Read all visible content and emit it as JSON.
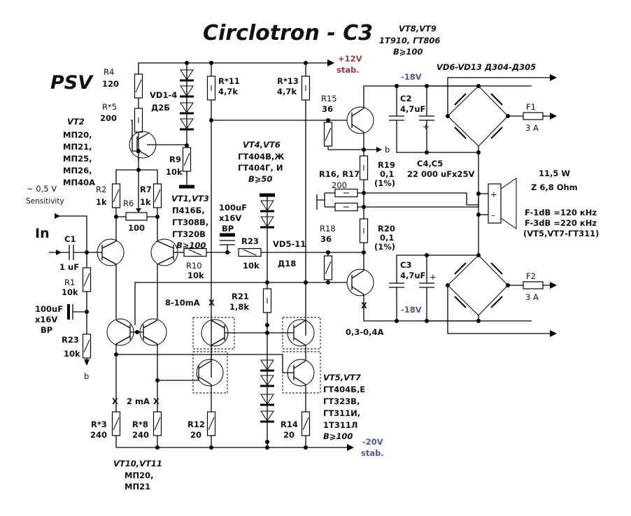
{
  "title": "Circlotron - C3",
  "author_tag": "PSV",
  "rails": {
    "pos12": {
      "label": "+12V",
      "sub": "stab.",
      "color": "#a33a3a"
    },
    "neg20": {
      "label": "-20V",
      "sub": "stab.",
      "color": "#4a5a9e"
    },
    "neg18_top": {
      "label": "-18V",
      "color": "#4a5a9e"
    },
    "neg18_bot": {
      "label": "-18V",
      "color": "#4a5a9e"
    }
  },
  "input": {
    "label": "In",
    "sensitivity_value": "~ 0,5 V",
    "sensitivity_label": "Sensitivity",
    "net_b": "b"
  },
  "components": {
    "R4": {
      "ref": "R4",
      "value": "120"
    },
    "R5": {
      "ref": "R*5",
      "value": "200"
    },
    "VT2": {
      "ref": "VT2",
      "types": [
        "МП20,",
        "МП21,",
        "МП25,",
        "МП26,",
        "МП40А"
      ]
    },
    "VD1_4": {
      "ref": "VD1-4",
      "type": "Д2Б"
    },
    "R9": {
      "ref": "R9",
      "value": "10k"
    },
    "R11": {
      "ref": "R*11",
      "value": "4,7k"
    },
    "R13": {
      "ref": "R*13",
      "value": "4,7k"
    },
    "R2": {
      "ref": "R2",
      "value": "1k"
    },
    "R7": {
      "ref": "R7",
      "value": "1k"
    },
    "R6": {
      "ref": "R6",
      "value": "100"
    },
    "VT1_VT3": {
      "ref": "VT1,VT3",
      "types": [
        "П416Б,",
        "ГТ308В,",
        "ГТ320В"
      ],
      "beta": "B⩾100"
    },
    "C1": {
      "ref": "C1",
      "value": "1 uF"
    },
    "R1": {
      "ref": "R1",
      "value": "10k"
    },
    "C_in": {
      "value": "100uF",
      "voltage": "x16V",
      "type": "BP"
    },
    "R23_in": {
      "ref": "R23",
      "value": "10k"
    },
    "C_mid": {
      "value": "100uF",
      "voltage": "x16V",
      "type": "BP"
    },
    "R10": {
      "ref": "R10",
      "value": "10k"
    },
    "R23_mid": {
      "ref": "R23",
      "value": "10k"
    },
    "VT4_VT6": {
      "ref": "VT4,VT6",
      "types": [
        "ГТ404В,Ж",
        "ГТ404Г, И"
      ],
      "beta": "B⩾50"
    },
    "VD5_11": {
      "ref": "VD5-11",
      "type": "Д18"
    },
    "R21": {
      "ref": "R21",
      "value": "1,8k"
    },
    "R15": {
      "ref": "R15",
      "value": "36"
    },
    "R18": {
      "ref": "R18",
      "value": "36"
    },
    "R16_R17": {
      "ref": "R16, R17",
      "value": "200"
    },
    "R19": {
      "ref": "R19",
      "value": "0,1",
      "tol": "(1%)"
    },
    "R20": {
      "ref": "R20",
      "value": "0,1",
      "tol": "(1%)"
    },
    "VT8_VT9": {
      "ref": "VT8,VT9",
      "types": [
        "1Т910, ГТ806"
      ],
      "beta": "B⩾100"
    },
    "C2": {
      "ref": "C2",
      "value": "4,7uF"
    },
    "C3": {
      "ref": "C3",
      "value": "4,7uF"
    },
    "C4_C5": {
      "ref": "C4,C5",
      "value": "22 000 uFx25V"
    },
    "VD6_13": {
      "ref": "VD6-VD13 Д304-Д305"
    },
    "F1": {
      "ref": "F1",
      "value": "3 A"
    },
    "F2": {
      "ref": "F2",
      "value": "3 A"
    },
    "R3": {
      "ref": "R*3",
      "value": "240"
    },
    "R8": {
      "ref": "R*8",
      "value": "240"
    },
    "R12": {
      "ref": "R12",
      "value": "20"
    },
    "R14": {
      "ref": "R14",
      "value": "20"
    },
    "VT10_VT11": {
      "ref": "VT10,VT11",
      "types": [
        "МП20,",
        "МП21"
      ]
    },
    "VT5_VT7": {
      "ref": "VT5,VT7",
      "types": [
        "ГТ404Б,Е",
        "ГТ323В,",
        "ГТ311И,",
        "1Т311Л"
      ],
      "beta": "B⩾100"
    }
  },
  "currents": {
    "bias_driver": "8-10mA",
    "bias_input": "2 mA",
    "bias_output": "0,3-0,4A"
  },
  "speaker": {
    "power": "11,5 W",
    "impedance": "Z 6,8 Ohm",
    "plus": "+",
    "minus": "–",
    "f1db": "F-1dB =120 кHz",
    "f3db": "F-3dB =220 кHz",
    "note": "(VT5,VT7-ГТ311)"
  },
  "cap_polarity": "+"
}
